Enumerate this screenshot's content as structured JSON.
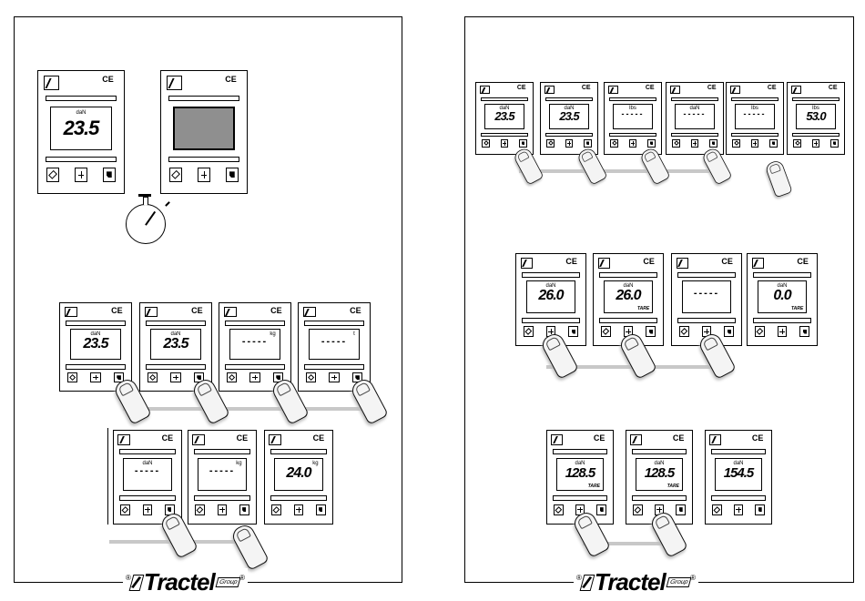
{
  "unit_daN": "daN",
  "unit_kg": "kg",
  "unit_t": "t",
  "unit_lbs": "lbs",
  "ce_mark": "CE",
  "dashes": "-----",
  "tare_label": "TARE",
  "readings": {
    "r1": "23.5",
    "r2": "26.0",
    "r3": "0.0",
    "r4": "128.5",
    "r5": "154.5",
    "r6": "24.0",
    "r7": "53.0"
  },
  "brand": {
    "registered": "®",
    "name": "Tractel",
    "group": "Group"
  },
  "icons": {
    "logo": "tractel-logo-icon",
    "zero_button": "diamond-icon",
    "tare_button": "tare-icon",
    "unit_button": "unit-icon",
    "timer": "stopwatch-icon",
    "press": "finger-icon"
  }
}
